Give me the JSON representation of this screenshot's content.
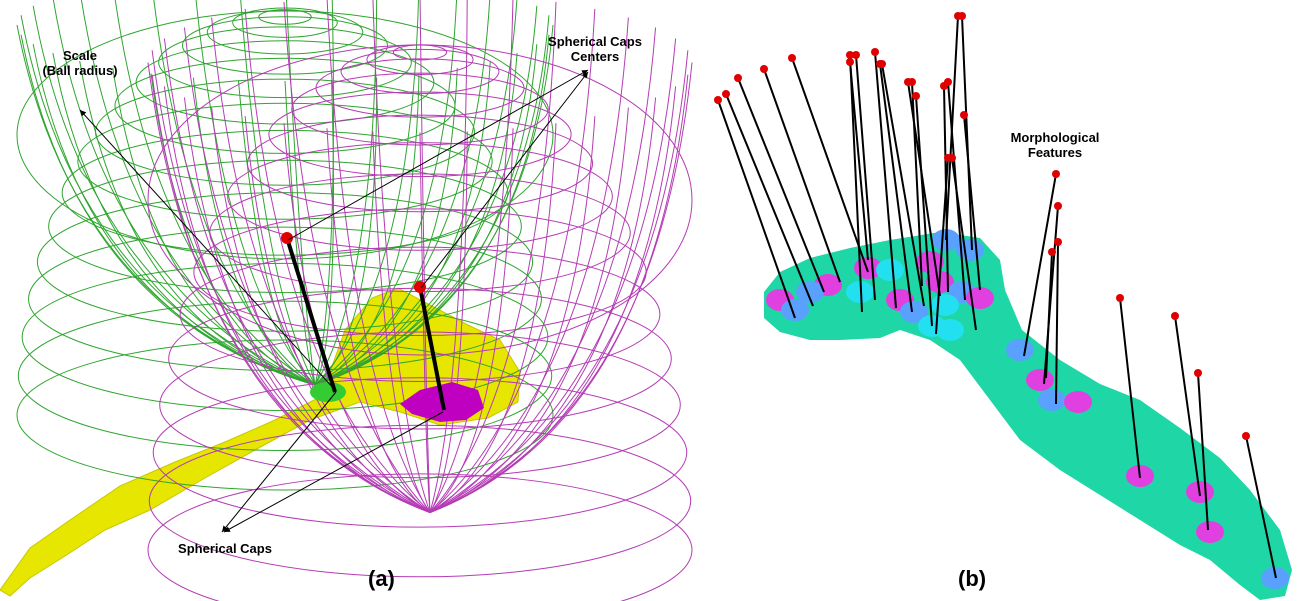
{
  "panel_a": {
    "label": "(a)",
    "annotations": {
      "scale_line1": "Scale",
      "scale_line2": "(Ball radius)",
      "centers_line1": "Spherical Caps",
      "centers_line2": "Centers",
      "caps": "Spherical Caps"
    },
    "colors": {
      "green_sphere": "#2ea52e",
      "magenta_sphere": "#b43cb4",
      "surface": "#e6e600",
      "cap": "#c000c0",
      "center": "#e00000"
    }
  },
  "panel_b": {
    "label": "(b)",
    "annotations": {
      "features_line1": "Morphological",
      "features_line2": "Features"
    },
    "colors": {
      "surface": "#1fd6a6",
      "patch_blue": "#5aa0ff",
      "patch_magenta": "#e040e0",
      "patch_cyan": "#22e0f0",
      "marker": "#e00000"
    }
  }
}
